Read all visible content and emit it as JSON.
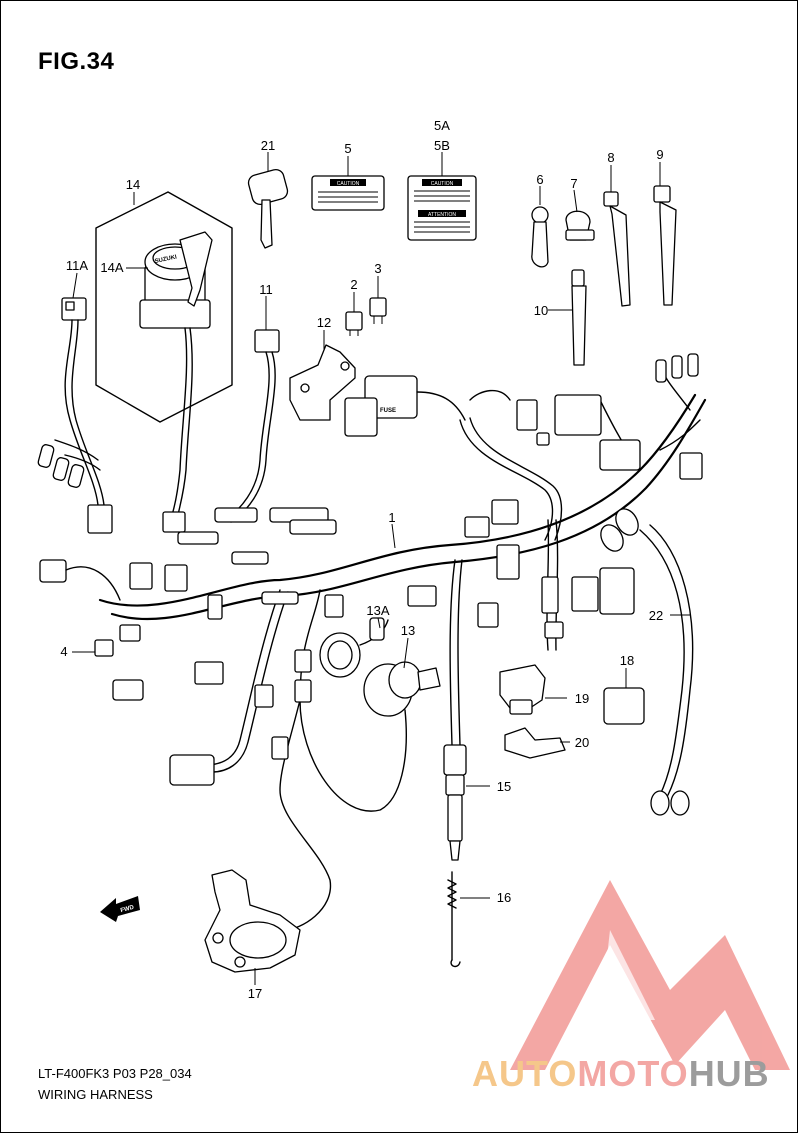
{
  "figure": {
    "title": "FIG.34",
    "model_code": "LT-F400FK3 P03 P28_034",
    "name": "WIRING HARNESS"
  },
  "callouts": {
    "c1": "1",
    "c2": "2",
    "c3": "3",
    "c4": "4",
    "c5": "5",
    "c5a": "5A",
    "c5b": "5B",
    "c6": "6",
    "c7": "7",
    "c8": "8",
    "c9": "9",
    "c10": "10",
    "c11": "11",
    "c11a": "11A",
    "c12": "12",
    "c13": "13",
    "c13a": "13A",
    "c14": "14",
    "c14a": "14A",
    "c15": "15",
    "c16": "16",
    "c17": "17",
    "c18": "18",
    "c19": "19",
    "c20": "20",
    "c21": "21",
    "c22": "22"
  },
  "part_labels": {
    "caution": "CAUTION",
    "attention": "ATTENTION",
    "fuse": "FUSE",
    "fwd": "FWD",
    "brand": "SUZUKI"
  },
  "watermark": {
    "part1": "AUTO",
    "part2": "MOTO",
    "part3": "HUB",
    "colors": {
      "auto": "#f5c78a",
      "moto": "#f3a7a4",
      "hub": "#9c9c9c",
      "triangle": "#f08a86"
    }
  }
}
